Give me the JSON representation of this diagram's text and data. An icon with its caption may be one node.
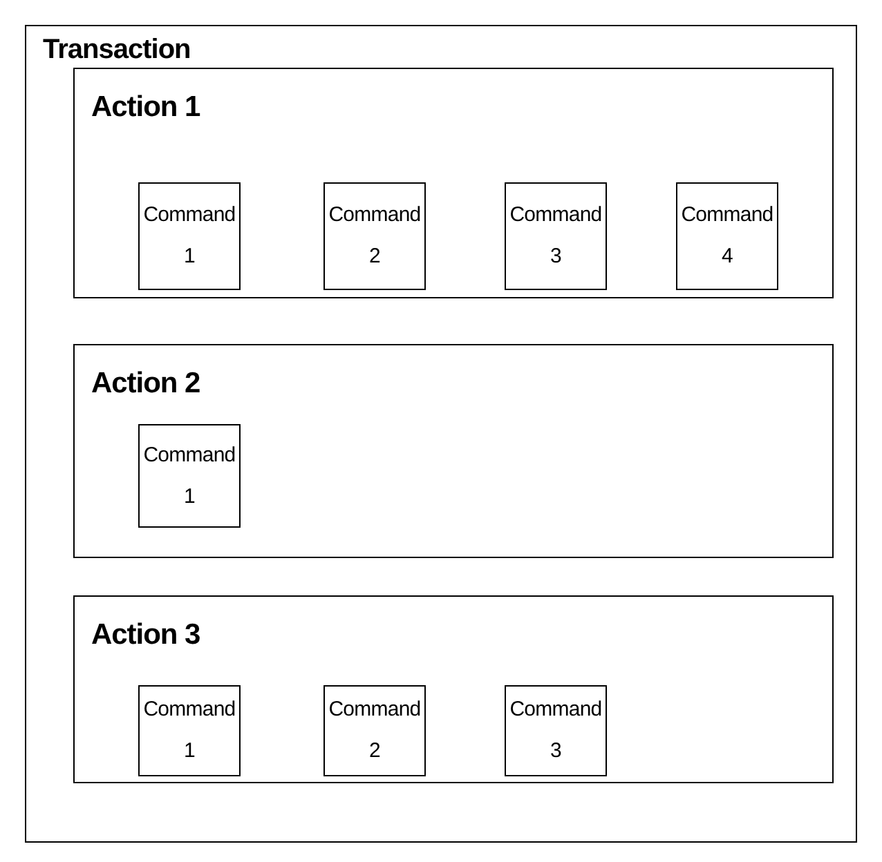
{
  "diagram": {
    "nodes": [
      {
        "text": [
          "Transaction"
        ]
      },
      {
        "text": [
          "Action 1"
        ],
        "in": 0
      },
      {
        "text": [
          "Command 1"
        ],
        "in": 1
      },
      {
        "text": [
          "Command 2"
        ],
        "in": 1
      },
      {
        "text": [
          "Command 3"
        ],
        "in": 1
      },
      {
        "text": [
          "Command 4"
        ],
        "in": 1
      },
      {
        "text": [
          "Action 2"
        ],
        "in": 0
      },
      {
        "text": [
          "Command 1"
        ],
        "in": 6
      },
      {
        "text": [
          "Action 3"
        ],
        "in": 0
      },
      {
        "text": [
          "Command 1"
        ],
        "in": 8
      },
      {
        "text": [
          "Command 2"
        ],
        "in": 8
      },
      {
        "text": [
          "Command 3"
        ],
        "in": 8
      }
    ]
  }
}
